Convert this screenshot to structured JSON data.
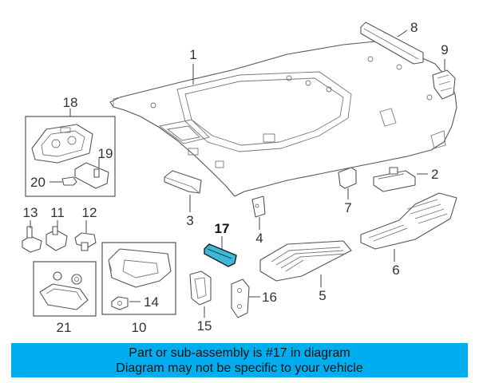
{
  "diagram": {
    "callouts": [
      "1",
      "2",
      "3",
      "4",
      "5",
      "6",
      "7",
      "8",
      "9",
      "10",
      "11",
      "12",
      "13",
      "14",
      "15",
      "16",
      "17",
      "18",
      "19",
      "20",
      "21"
    ],
    "highlight_color": "#3cb8d8"
  },
  "banner": {
    "line1": "Part or sub-assembly is #17 in diagram",
    "line2": "Diagram may not be specific to your vehicle",
    "background": "#00aeef"
  }
}
